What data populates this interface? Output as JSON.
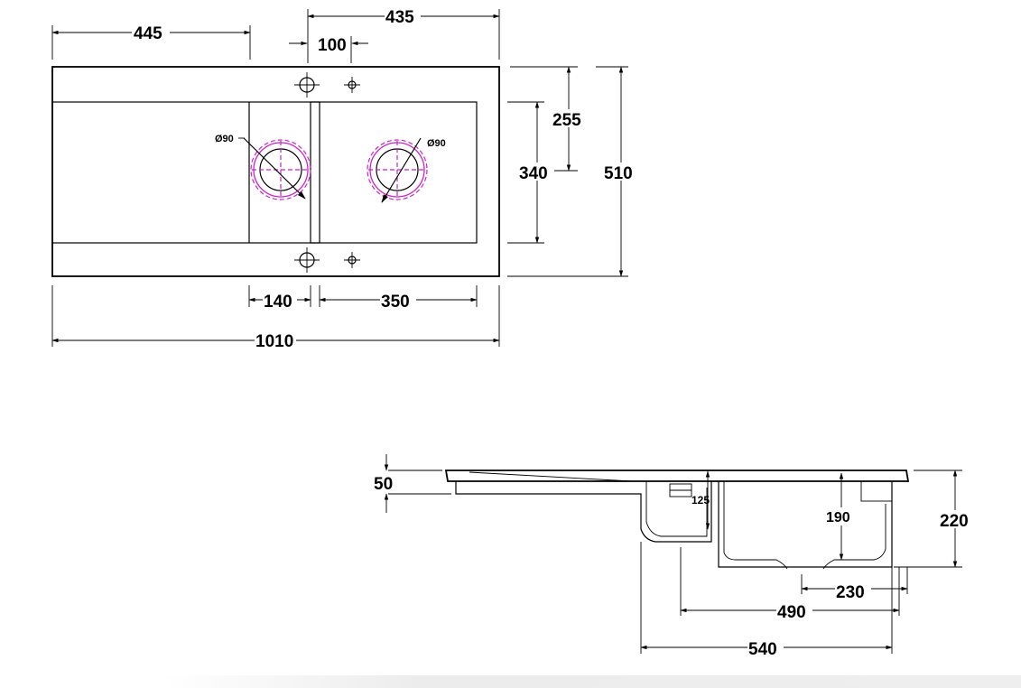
{
  "plan_view": {
    "dims": {
      "d445": "445",
      "d435": "435",
      "d100": "100",
      "d255": "255",
      "d340": "340",
      "d510": "510",
      "d140": "140",
      "d350": "350",
      "d1010": "1010"
    },
    "waste_left": "Ø90",
    "waste_right": "Ø90"
  },
  "section_view": {
    "dims": {
      "d50": "50",
      "d125": "125",
      "d190": "190",
      "d220": "220",
      "d230": "230",
      "d490": "490",
      "d540": "540"
    }
  },
  "colors": {
    "line": "#000000",
    "waste_outline": "#cc22cc"
  }
}
